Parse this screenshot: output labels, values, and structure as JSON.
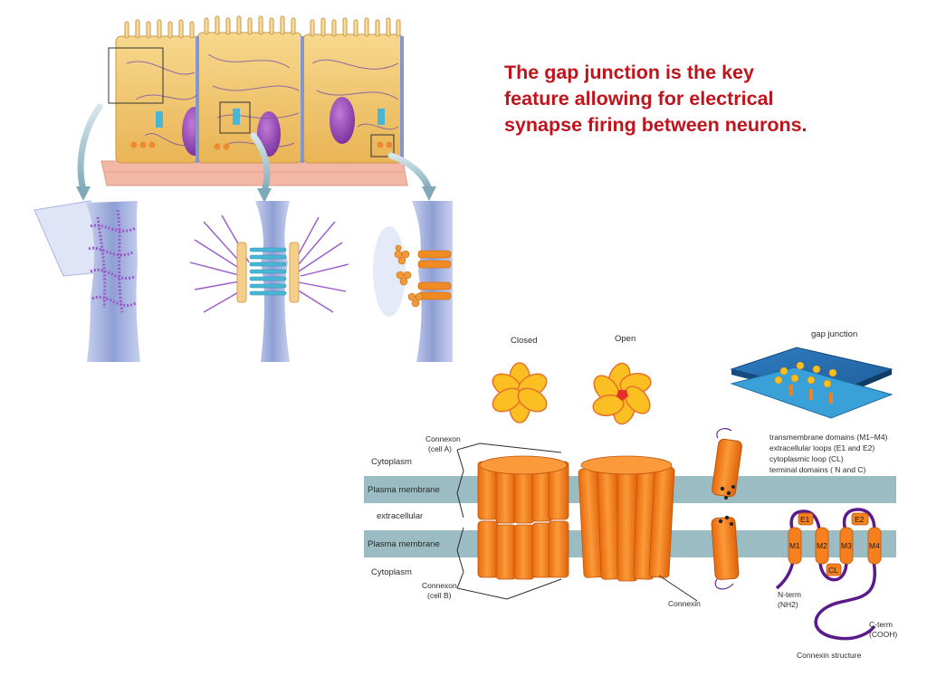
{
  "slide": {
    "title_lines": [
      "The gap junction is the key",
      "feature allowing for electrical",
      "synapse firing between neurons."
    ],
    "title_color": "#c0141c"
  },
  "connexin_diagram": {
    "states": {
      "closed": "Closed",
      "open": "Open",
      "gap_junction": "gap junction"
    },
    "layers": {
      "cytoplasm_top": "Cytoplasm",
      "plasma_membrane_top": "Plasma membrane",
      "extracellular": "extracellular",
      "plasma_membrane_bottom": "Plasma membrane",
      "cytoplasm_bottom": "Cytoplasm"
    },
    "connexon_a": [
      "Connexon",
      "(cell A)"
    ],
    "connexon_b": [
      "Connexon",
      "(cell B)"
    ],
    "connexin_label": "Connexin",
    "legend": [
      "transmembrane domains (M1–M4)",
      "extracellular loops (E1 and E2)",
      "cytoplasmic loop (CL)",
      "terminal domains ( N and C)"
    ],
    "domains": {
      "m1": "M1",
      "m2": "M2",
      "m3": "M3",
      "m4": "M4",
      "e1": "E1",
      "e2": "E2",
      "cl": "CL"
    },
    "n_term": [
      "N-term",
      "(NH2)"
    ],
    "c_term": [
      "C-term",
      "(COOH)"
    ],
    "structure_caption": "Connexin structure",
    "colors": {
      "connexin_orange": "#f7801e",
      "membrane_teal": "#9bbcc2",
      "loop_purple": "#5a1a8c",
      "flower_yellow": "#fbbf22"
    }
  },
  "epithelium_illustration": {
    "cell_color": "#f2c670",
    "nucleus_color": "#8d3fae",
    "membrane_blue": "#9fb0dc",
    "junction_teal": "#49b6d6",
    "desmosome_orange": "#ec8a2e"
  }
}
